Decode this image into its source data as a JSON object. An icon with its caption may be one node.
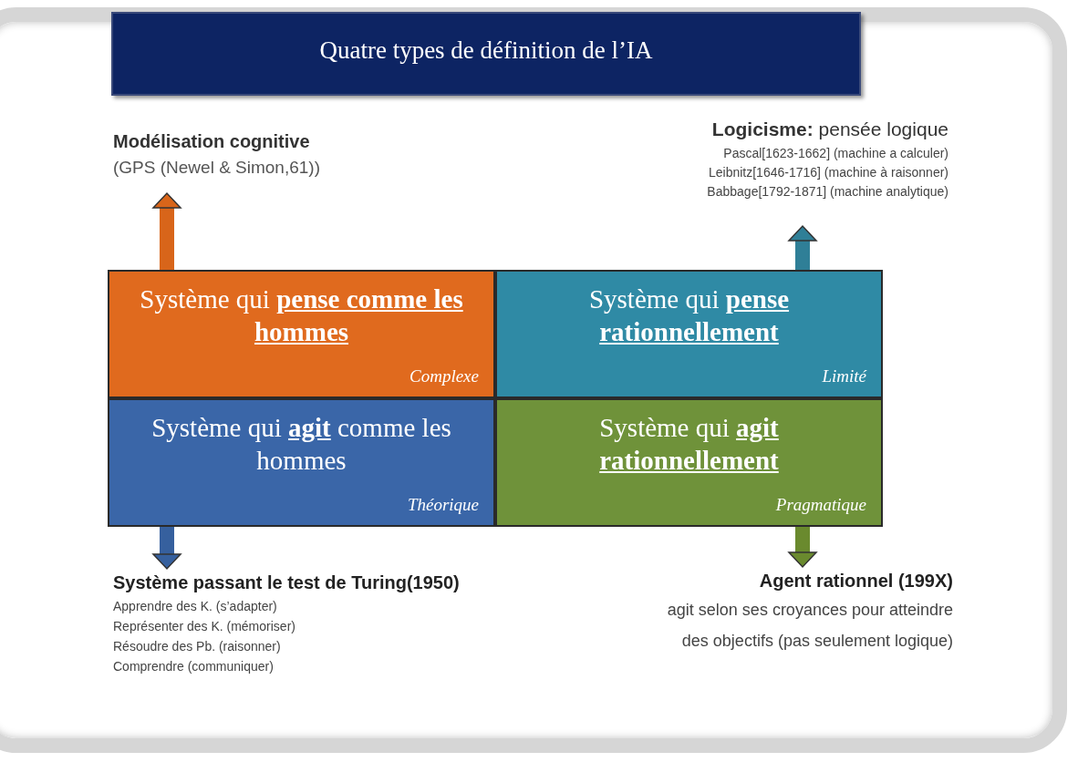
{
  "diagram": {
    "title": "Quatre types de définition de l’IA",
    "nodes": [
      {
        "text": [
          "Système qui **pense comme les hommes**",
          "Complexe"
        ]
      },
      {
        "text": [
          "Système qui **pense rationnellement**",
          "Limité"
        ]
      },
      {
        "text": [
          "Système qui **agit** comme les hommes",
          "Théorique"
        ]
      },
      {
        "text": [
          "Système qui **agit rationnellement**",
          "Pragmatique"
        ]
      },
      {
        "text": [
          "Modélisation cognitive",
          "(GPS (Newel & Simon,61))"
        ]
      },
      {
        "text": [
          "**Logicisme:** pensée logique",
          "Pascal[1623-1662] (machine a calculer)",
          "Leibnitz[1646-1716] (machine à raisonner)",
          "Babbage[1792-1871] (machine analytique)"
        ]
      },
      {
        "text": [
          "Système passant le test de Turing(1950)",
          "Apprendre des K. (s’adapter)",
          "Représenter des K. (mémoriser)",
          "Résoudre des Pb. (raisonner)",
          "Comprendre (communiquer)"
        ]
      },
      {
        "text": [
          "Agent rationnel (199X)",
          "agit selon ses croyances pour atteindre des objectifs (pas seulement logique)"
        ]
      }
    ],
    "edges": [
      {
        "from": 0,
        "to": 4,
        "arrow": "to",
        "color": "#d8651a"
      },
      {
        "from": 1,
        "to": 5,
        "arrow": "to",
        "color": "#2f7f97"
      },
      {
        "from": 2,
        "to": 6,
        "arrow": "to",
        "color": "#36609e"
      },
      {
        "from": 3,
        "to": 7,
        "arrow": "to",
        "color": "#6a8a2e"
      }
    ]
  }
}
